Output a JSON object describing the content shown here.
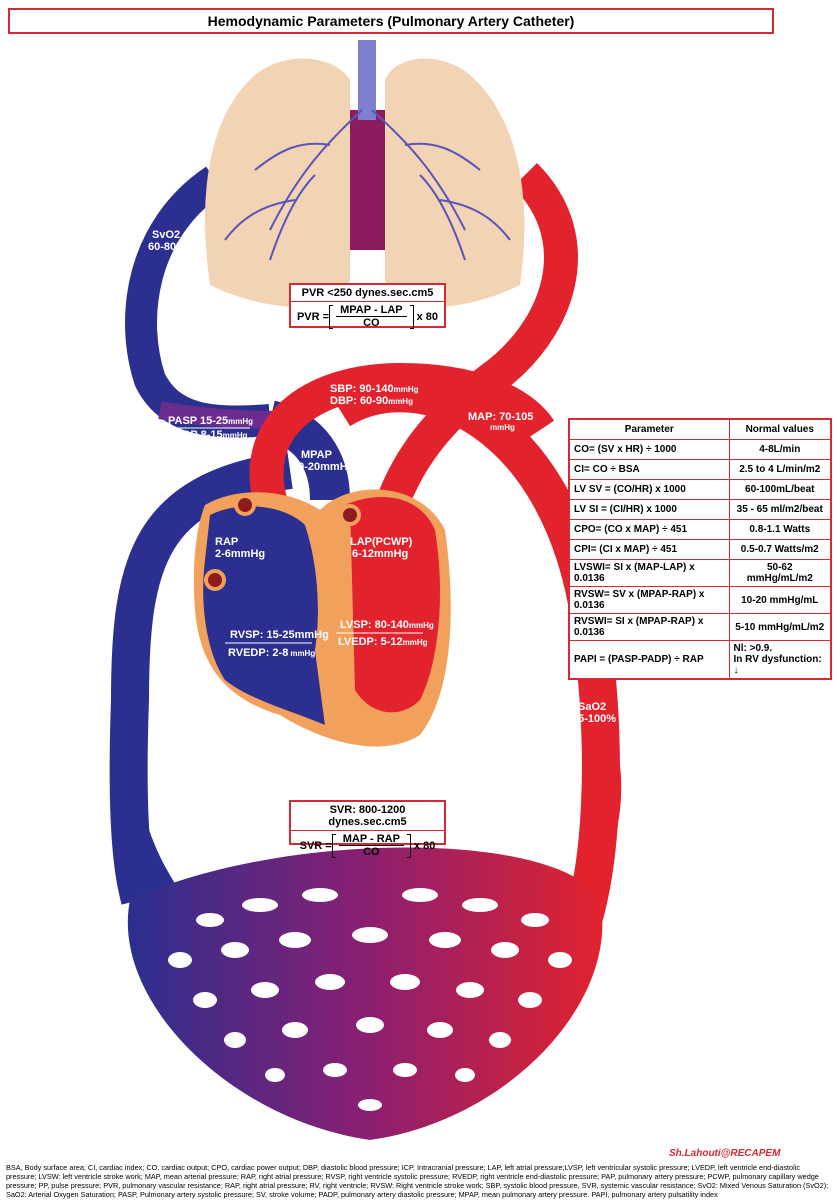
{
  "title": "Hemodynamic Parameters (Pulmonary Artery Catheter)",
  "labels": {
    "svo2": "SvO2",
    "svo2_value": "60-80%",
    "sao2": "SaO2",
    "sao2_value": "95-100%",
    "pasp": "PASP 15-25",
    "padp": "PADP 8-15",
    "unit": "mmHg",
    "mpap": "MPAP",
    "mpap_value": "10-20mmHg",
    "sbp": "SBP: 90-140",
    "dbp": "DBP: 60-90",
    "map": "MAP: 70-105",
    "rap": "RAP",
    "rap_value": "2-6mmHg",
    "lap": "LAP(PCWP)",
    "lap_value": "6-12mmHg",
    "rvsp": "RVSP: 15-25mmHg",
    "rvedp": "RVEDP: 2-8",
    "lvsp": "LVSP: 80-140",
    "lvedp": "LVEDP: 5-12"
  },
  "pvr": {
    "header": "PVR <250 dynes.sec.cm5",
    "lhs": "PVR =",
    "numerator": "MPAP - LAP",
    "denominator": "CO",
    "factor": "x 80"
  },
  "svr": {
    "header": "SVR: 800-1200 dynes.sec.cm5",
    "lhs": "SVR =",
    "numerator": "MAP - RAP",
    "denominator": "CO",
    "factor": "x 80"
  },
  "table": {
    "headers": [
      "Parameter",
      "Normal values"
    ],
    "rows": [
      [
        "CO= (SV x HR) ÷ 1000",
        "4-8L/min"
      ],
      [
        "CI= CO ÷ BSA",
        "2.5 to 4 L/min/m2"
      ],
      [
        "LV SV = (CO/HR) x 1000",
        "60-100mL/beat"
      ],
      [
        "LV SI = (CI/HR) x 1000",
        "35 - 65 ml/m2/beat"
      ],
      [
        "CPO= (CO x MAP) ÷ 451",
        "0.8-1.1 Watts"
      ],
      [
        "CPI= (CI x MAP) ÷ 451",
        "0.5-0.7 Watts/m2"
      ],
      [
        "LVSWI= SI x (MAP-LAP) x 0.0136",
        "50-62 mmHg/mL/m2"
      ],
      [
        "RVSW= SV x (MPAP-RAP) x 0.0136",
        "10-20 mmHg/mL"
      ],
      [
        "RVSWI= SI x (MPAP-RAP) x 0.0136",
        "5-10 mmHg/mL/m2"
      ],
      [
        "PAPI = (PASP-PADP) ÷ RAP",
        "Nl: >0.9."
      ]
    ],
    "papi_extra": "In RV dysfunction: ↓"
  },
  "signature": "Sh.Lahouti@RECAPEM",
  "footnote": "BSA, Body surface area; CI, cardiac index; CO, cardiac output; CPO, cardiac power output; DBP, diastolic blood pressure; ICP, Intracranial pressure; LAP, left atrial pressure;LVSP, left ventricular systolic pressure; LVEDP, left ventricle end-diastolic pressure; LVSW: left ventricle stroke work; MAP, mean arterial pressure; RAP, right atrial pressure; RVSP, right ventricle systolic pressure; RVEDP, right ventricle end-diastolic pressure; PAP, pulmonary artery pressure; PCWP, pulmonary capillary wedge pressure; PP, pulse pressure; PVR, pulmonary vascular resistance; RAP, right atrial pressure; RV, right ventricle; RVSW: Right ventricle stroke work; SBP, systolic blood pressure, SVR, systemic vascular resistance; SvO2: Mixed Venous Saturation (SvO2); SaO2: Arterial Oxygen Saturation; PASP, Pulmonary artery systolic pressure; SV, stroke volume; PADP, pulmonary artery diastolic pressure; MPAP, mean pulmonary artery pressure. PAPI, pulmonary artery pulsatility index",
  "colors": {
    "accent": "#d42a35",
    "venous_blue": "#2b2f8f",
    "arterial_red": "#e2232d",
    "heart_outline": "#f2a15d",
    "lung_tissue": "#f2d3b3",
    "vessel_purple": "#8d1c5e"
  }
}
